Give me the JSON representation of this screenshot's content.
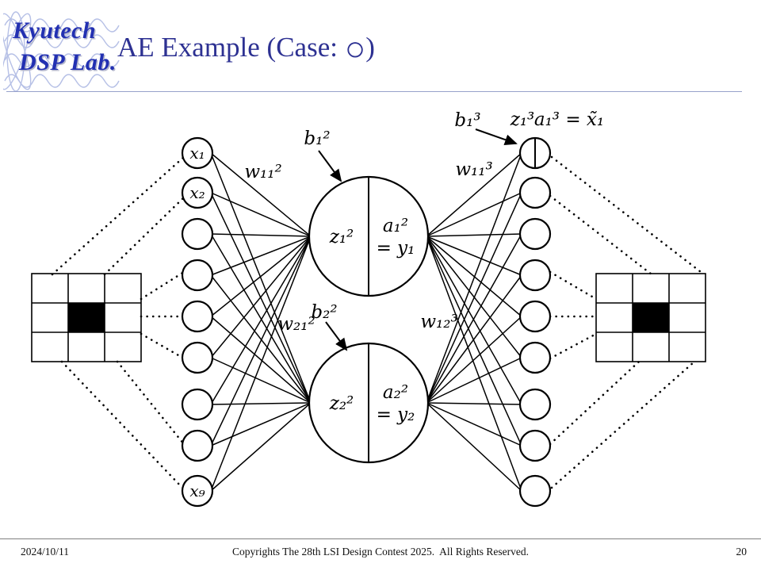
{
  "slide": {
    "logo": {
      "line1": "Kyutech",
      "line2": "DSP Lab."
    },
    "title": {
      "prefix": "AE Example (Case: ",
      "circle": "○",
      "suffix": ")"
    },
    "footer": {
      "date": "2024/10/11",
      "copyright": "Copyrights The 28th LSI Design Contest 2025.  All Rights Reserved.",
      "page": "20"
    }
  },
  "diagram": {
    "structure": {
      "input_nodes": 9,
      "hidden_nodes": 2,
      "output_nodes": 9,
      "pixel_grid": "3x3",
      "black_cell": "center"
    },
    "labels": {
      "x1": "x₁",
      "x2": "x₂",
      "x9": "x₉",
      "w11_2": "w₁₁²",
      "w21_2": "w₂₁²",
      "b1_2": "b₁²",
      "b2_2": "b₂²",
      "z1_2": "z₁²",
      "a1_2": "a₁²",
      "eq_y1": "= y₁",
      "z2_2": "z₂²",
      "a2_2": "a₂²",
      "eq_y2": "= y₂",
      "w11_3": "w₁₁³",
      "w12_3": "w₁₂³",
      "b1_3": "b₁³",
      "z1_3": "z₁³",
      "a1_3": "a₁³ = x̃₁"
    },
    "colors": {
      "title_blue": "#2d3192",
      "logo_blue": "#2230b2",
      "pixel_black": "#000000"
    }
  }
}
